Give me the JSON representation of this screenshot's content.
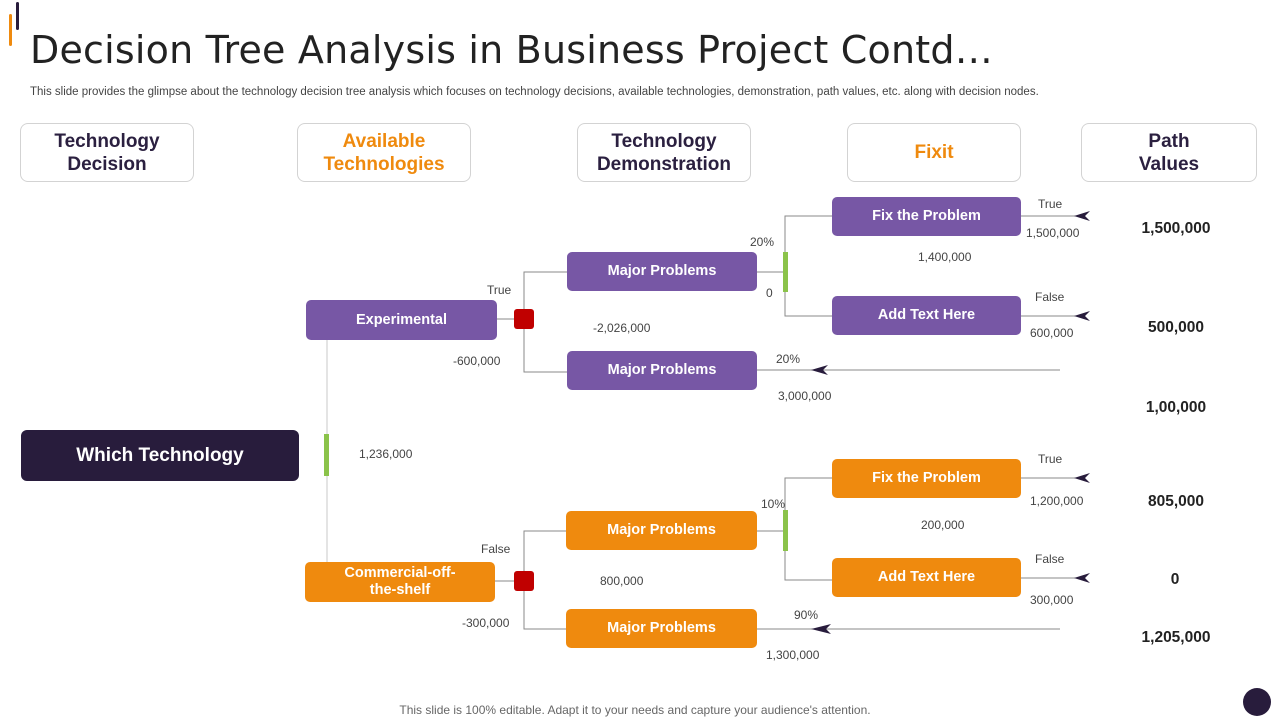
{
  "title": "Decision Tree Analysis in Business Project Contd…",
  "subtitle": "This slide provides the glimpse about the technology decision tree analysis which focuses on technology decisions, available technologies, demonstration, path values, etc. along with decision nodes.",
  "headers": {
    "technology_decision": "Technology\nDecision",
    "available_technologies": "Available\nTechnologies",
    "technology_demonstration": "Technology\nDemonstration",
    "fixit": "Fixit",
    "path_values": "Path\nValues"
  },
  "root": "Which Technology",
  "branches": {
    "experimental": "Experimental",
    "cots": "Commercial-off-\nthe-shelf"
  },
  "nodes": {
    "major_problems": "Major Problems",
    "fix_the_problem": "Fix the Problem",
    "add_text_here": "Add Text Here"
  },
  "labels": {
    "true": "True",
    "false": "False",
    "root_value": "1,236,000",
    "exp_value": "-600,000",
    "exp_decision": "-2,026,000",
    "exp_top_prob": "20%",
    "exp_top_zero": "0",
    "exp_fix_value": "1,500,000",
    "exp_mid_value": "1,400,000",
    "exp_add_value": "600,000",
    "exp_bottom_prob": "20%",
    "exp_bottom_value": "3,000,000",
    "cots_value": "-300,000",
    "cots_decision": "800,000",
    "cots_top_prob": "10%",
    "cots_fix_value": "1,200,000",
    "cots_mid_value": "200,000",
    "cots_add_value": "300,000",
    "cots_bottom_prob": "90%",
    "cots_bottom_value": "1,300,000"
  },
  "path_values": [
    "1,500,000",
    "500,000",
    "1,00,000",
    "805,000",
    "0",
    "1,205,000"
  ],
  "footer": "This slide is 100% editable. Adapt it to your needs and capture your audience's attention.",
  "colors": {
    "purple": "#7757a5",
    "orange": "#ef8a0e",
    "dark": "#281c3c",
    "decision_square": "#c00000",
    "chance_bar": "#8bc34a"
  }
}
